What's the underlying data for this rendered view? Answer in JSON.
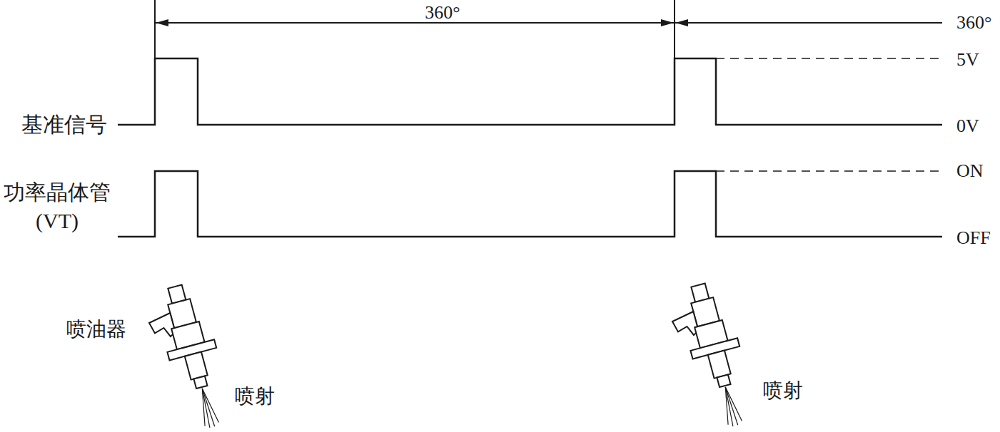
{
  "diagram": {
    "labels": [
      "360°",
      "360°",
      "基准信号",
      "5V",
      "0V",
      "功率晶体管 (VT)",
      "ON",
      "OFF",
      "喷油器",
      "喷射",
      "喷射"
    ]
  }
}
